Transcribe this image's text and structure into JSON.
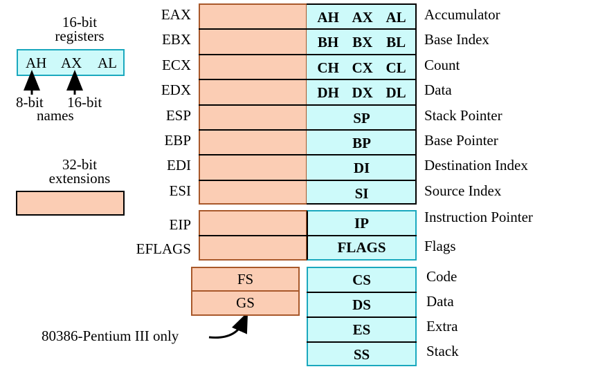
{
  "legend": {
    "sixteen_caption_1": "16-bit",
    "sixteen_caption_2": "registers",
    "parts": [
      "AH",
      "AX",
      "AL"
    ],
    "label_8bit": "8-bit",
    "label_16bit": "16-bit",
    "label_names": "names",
    "ext_caption_1": "32-bit",
    "ext_caption_2": "extensions"
  },
  "general_registers": [
    {
      "name": "EAX",
      "parts": [
        "AH",
        "AX",
        "AL"
      ],
      "desc": "Accumulator"
    },
    {
      "name": "EBX",
      "parts": [
        "BH",
        "BX",
        "BL"
      ],
      "desc": "Base Index"
    },
    {
      "name": "ECX",
      "parts": [
        "CH",
        "CX",
        "CL"
      ],
      "desc": "Count"
    },
    {
      "name": "EDX",
      "parts": [
        "DH",
        "DX",
        "DL"
      ],
      "desc": "Data"
    },
    {
      "name": "ESP",
      "parts": [
        "SP"
      ],
      "desc": "Stack Pointer"
    },
    {
      "name": "EBP",
      "parts": [
        "BP"
      ],
      "desc": "Base Pointer"
    },
    {
      "name": "EDI",
      "parts": [
        "DI"
      ],
      "desc": "Destination Index"
    },
    {
      "name": "ESI",
      "parts": [
        "SI"
      ],
      "desc": "Source Index"
    }
  ],
  "special_registers": [
    {
      "name": "EIP",
      "part": "IP",
      "desc": "Instruction Pointer"
    },
    {
      "name": "EFLAGS",
      "part": "FLAGS",
      "desc": "Flags"
    }
  ],
  "segment_extras": [
    "FS",
    "GS"
  ],
  "segment_registers": [
    {
      "name": "CS",
      "desc": "Code"
    },
    {
      "name": "DS",
      "desc": "Data"
    },
    {
      "name": "ES",
      "desc": "Extra"
    },
    {
      "name": "SS",
      "desc": "Stack"
    }
  ],
  "note": "80386-Pentium III only",
  "colors": {
    "extension_fill": "#fbcdb4",
    "extension_border": "#a8582a",
    "register_fill": "#cdfafa",
    "register_border": "#1aa8be"
  }
}
